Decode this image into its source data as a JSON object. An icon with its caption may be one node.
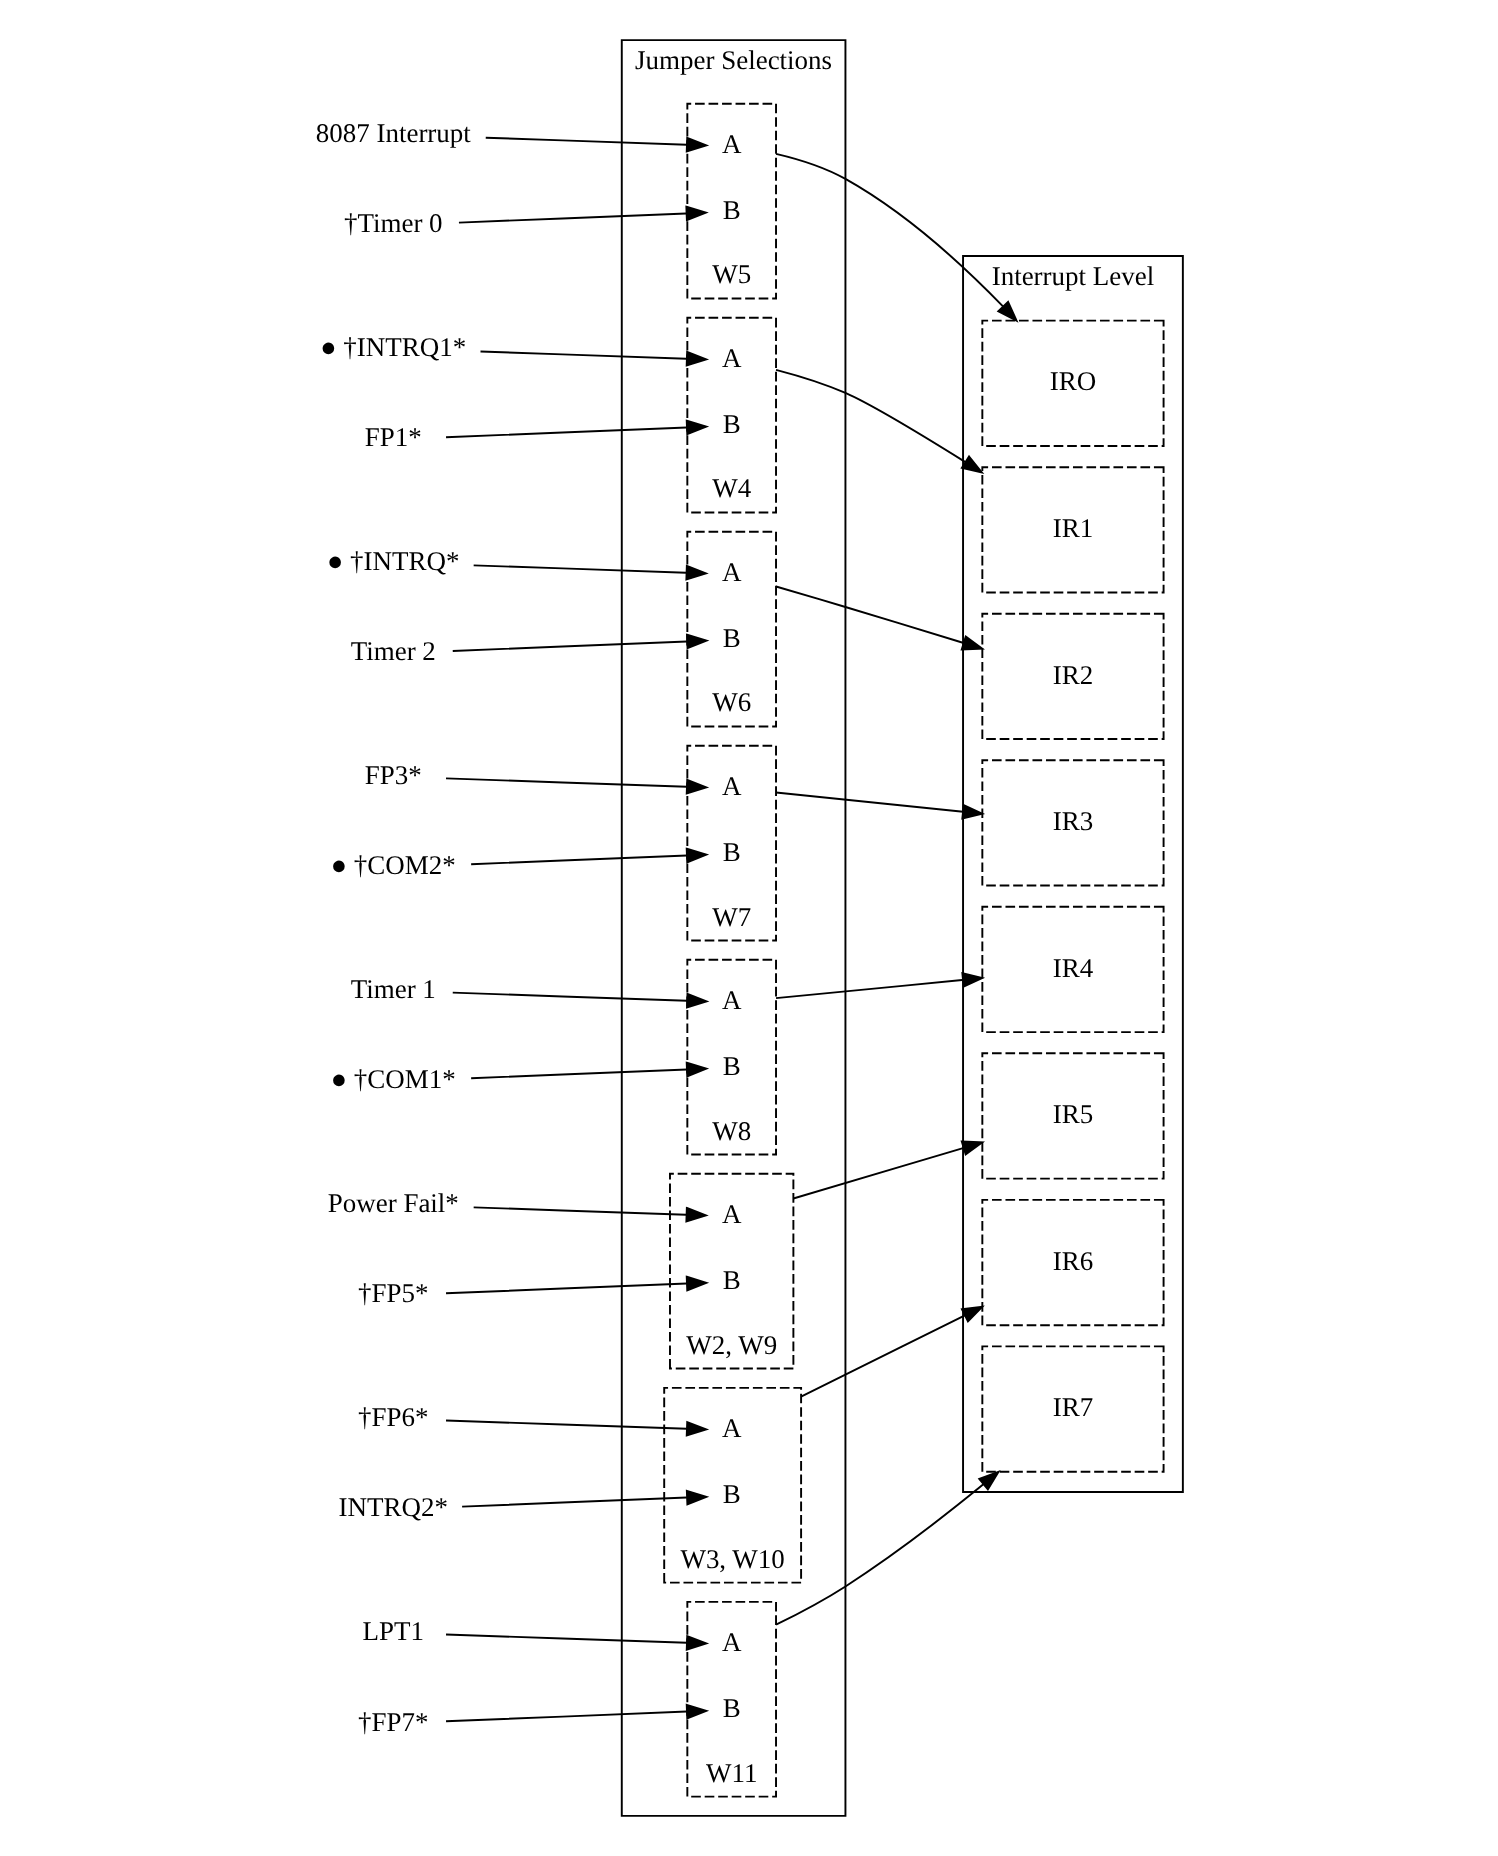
{
  "diagram": {
    "nodes": [
      {
        "text": [
          "Jumper Selections"
        ]
      },
      {
        "text": [
          "W5"
        ],
        "in": 0
      },
      {
        "text": [
          "A"
        ],
        "in": 1
      },
      {
        "text": [
          "B"
        ],
        "in": 1
      },
      {
        "text": [
          "W4"
        ],
        "in": 0
      },
      {
        "text": [
          "A"
        ],
        "in": 4
      },
      {
        "text": [
          "B"
        ],
        "in": 4
      },
      {
        "text": [
          "W6"
        ],
        "in": 0
      },
      {
        "text": [
          "A"
        ],
        "in": 7
      },
      {
        "text": [
          "B"
        ],
        "in": 7
      },
      {
        "text": [
          "W7"
        ],
        "in": 0
      },
      {
        "text": [
          "A"
        ],
        "in": 10
      },
      {
        "text": [
          "B"
        ],
        "in": 10
      },
      {
        "text": [
          "W8"
        ],
        "in": 0
      },
      {
        "text": [
          "A"
        ],
        "in": 13
      },
      {
        "text": [
          "B"
        ],
        "in": 13
      },
      {
        "text": [
          "W2, W9"
        ],
        "in": 0
      },
      {
        "text": [
          "A"
        ],
        "in": 16
      },
      {
        "text": [
          "B"
        ],
        "in": 16
      },
      {
        "text": [
          "W3, W10"
        ],
        "in": 0
      },
      {
        "text": [
          "A"
        ],
        "in": 19
      },
      {
        "text": [
          "B"
        ],
        "in": 19
      },
      {
        "text": [
          "W11"
        ],
        "in": 0
      },
      {
        "text": [
          "A"
        ],
        "in": 22
      },
      {
        "text": [
          "B"
        ],
        "in": 22
      },
      {
        "text": [
          "Interrupt Level"
        ]
      },
      {
        "text": [
          "IRO"
        ],
        "in": 25
      },
      {
        "text": [
          "IR1"
        ],
        "in": 25
      },
      {
        "text": [
          "IR2"
        ],
        "in": 25
      },
      {
        "text": [
          "IR3"
        ],
        "in": 25
      },
      {
        "text": [
          "IR4"
        ],
        "in": 25
      },
      {
        "text": [
          "IR5"
        ],
        "in": 25
      },
      {
        "text": [
          "IR6"
        ],
        "in": 25
      },
      {
        "text": [
          "IR7"
        ],
        "in": 25
      },
      {
        "text": [
          "8087 Interrupt"
        ]
      },
      {
        "text": [
          "†Timer 0"
        ]
      },
      {
        "text": [
          "● †INTRQ1*"
        ]
      },
      {
        "text": [
          "FP1*"
        ]
      },
      {
        "text": [
          "● †INTRQ*"
        ]
      },
      {
        "text": [
          "Timer 2"
        ]
      },
      {
        "text": [
          "FP3*"
        ]
      },
      {
        "text": [
          "● †COM2*"
        ]
      },
      {
        "text": [
          "Timer 1"
        ]
      },
      {
        "text": [
          "● †COM1*"
        ]
      },
      {
        "text": [
          "Power Fail*"
        ]
      },
      {
        "text": [
          "†FP5*"
        ]
      },
      {
        "text": [
          "†FP6*"
        ]
      },
      {
        "text": [
          "INTRQ2*"
        ]
      },
      {
        "text": [
          "LPT1"
        ]
      },
      {
        "text": [
          "†FP7*"
        ]
      }
    ],
    "edges": [
      {
        "from": 34,
        "to": 2,
        "arrow": "to"
      },
      {
        "from": 35,
        "to": 3,
        "arrow": "to"
      },
      {
        "from": 36,
        "to": 5,
        "arrow": "to"
      },
      {
        "from": 37,
        "to": 6,
        "arrow": "to"
      },
      {
        "from": 38,
        "to": 8,
        "arrow": "to"
      },
      {
        "from": 39,
        "to": 9,
        "arrow": "to"
      },
      {
        "from": 40,
        "to": 11,
        "arrow": "to"
      },
      {
        "from": 41,
        "to": 12,
        "arrow": "to"
      },
      {
        "from": 42,
        "to": 14,
        "arrow": "to"
      },
      {
        "from": 43,
        "to": 15,
        "arrow": "to"
      },
      {
        "from": 44,
        "to": 17,
        "arrow": "to"
      },
      {
        "from": 45,
        "to": 18,
        "arrow": "to"
      },
      {
        "from": 46,
        "to": 20,
        "arrow": "to"
      },
      {
        "from": 47,
        "to": 21,
        "arrow": "to"
      },
      {
        "from": 48,
        "to": 23,
        "arrow": "to"
      },
      {
        "from": 49,
        "to": 24,
        "arrow": "to"
      },
      {
        "from": 1,
        "to": 26,
        "arrow": "to"
      },
      {
        "from": 4,
        "to": 27,
        "arrow": "to"
      },
      {
        "from": 7,
        "to": 28,
        "arrow": "to"
      },
      {
        "from": 10,
        "to": 29,
        "arrow": "to"
      },
      {
        "from": 13,
        "to": 30,
        "arrow": "to"
      },
      {
        "from": 16,
        "to": 31,
        "arrow": "to"
      },
      {
        "from": 19,
        "to": 32,
        "arrow": "to"
      },
      {
        "from": 22,
        "to": 33,
        "arrow": "to"
      }
    ]
  }
}
